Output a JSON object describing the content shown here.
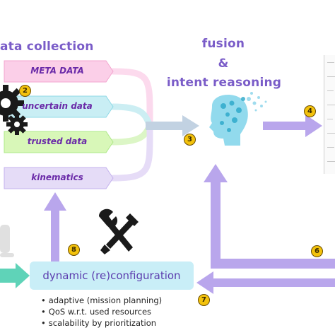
{
  "titles": {
    "data_collection": "ata collection",
    "fusion": "fusion",
    "amp": "&",
    "intent_reasoning": "intent reasoning"
  },
  "data_types": [
    {
      "label": "META DATA",
      "fill": "#fbcfe8"
    },
    {
      "label": "uncertain data",
      "fill": "#c9eef4"
    },
    {
      "label": "trusted data",
      "fill": "#d8f7b8"
    },
    {
      "label": "kinematics",
      "fill": "#e5dcf7"
    }
  ],
  "badges": [
    "2",
    "3",
    "4",
    "6",
    "7",
    "8"
  ],
  "config_box": {
    "label": "dynamic (re)configuration"
  },
  "bullets": [
    "adaptive (mission planning)",
    "QoS w.r.t. used resources",
    "scalability by prioritization"
  ],
  "colors": {
    "title": "#7a5cc8",
    "arrow": "#b9a6ec",
    "badge": "#f3c20c",
    "config_box": "#c9eef7",
    "gear": "#1a1a1a"
  },
  "icons": [
    "gears-icon",
    "brain-head-icon",
    "tools-icon",
    "robot-icon",
    "monitor-screen"
  ]
}
